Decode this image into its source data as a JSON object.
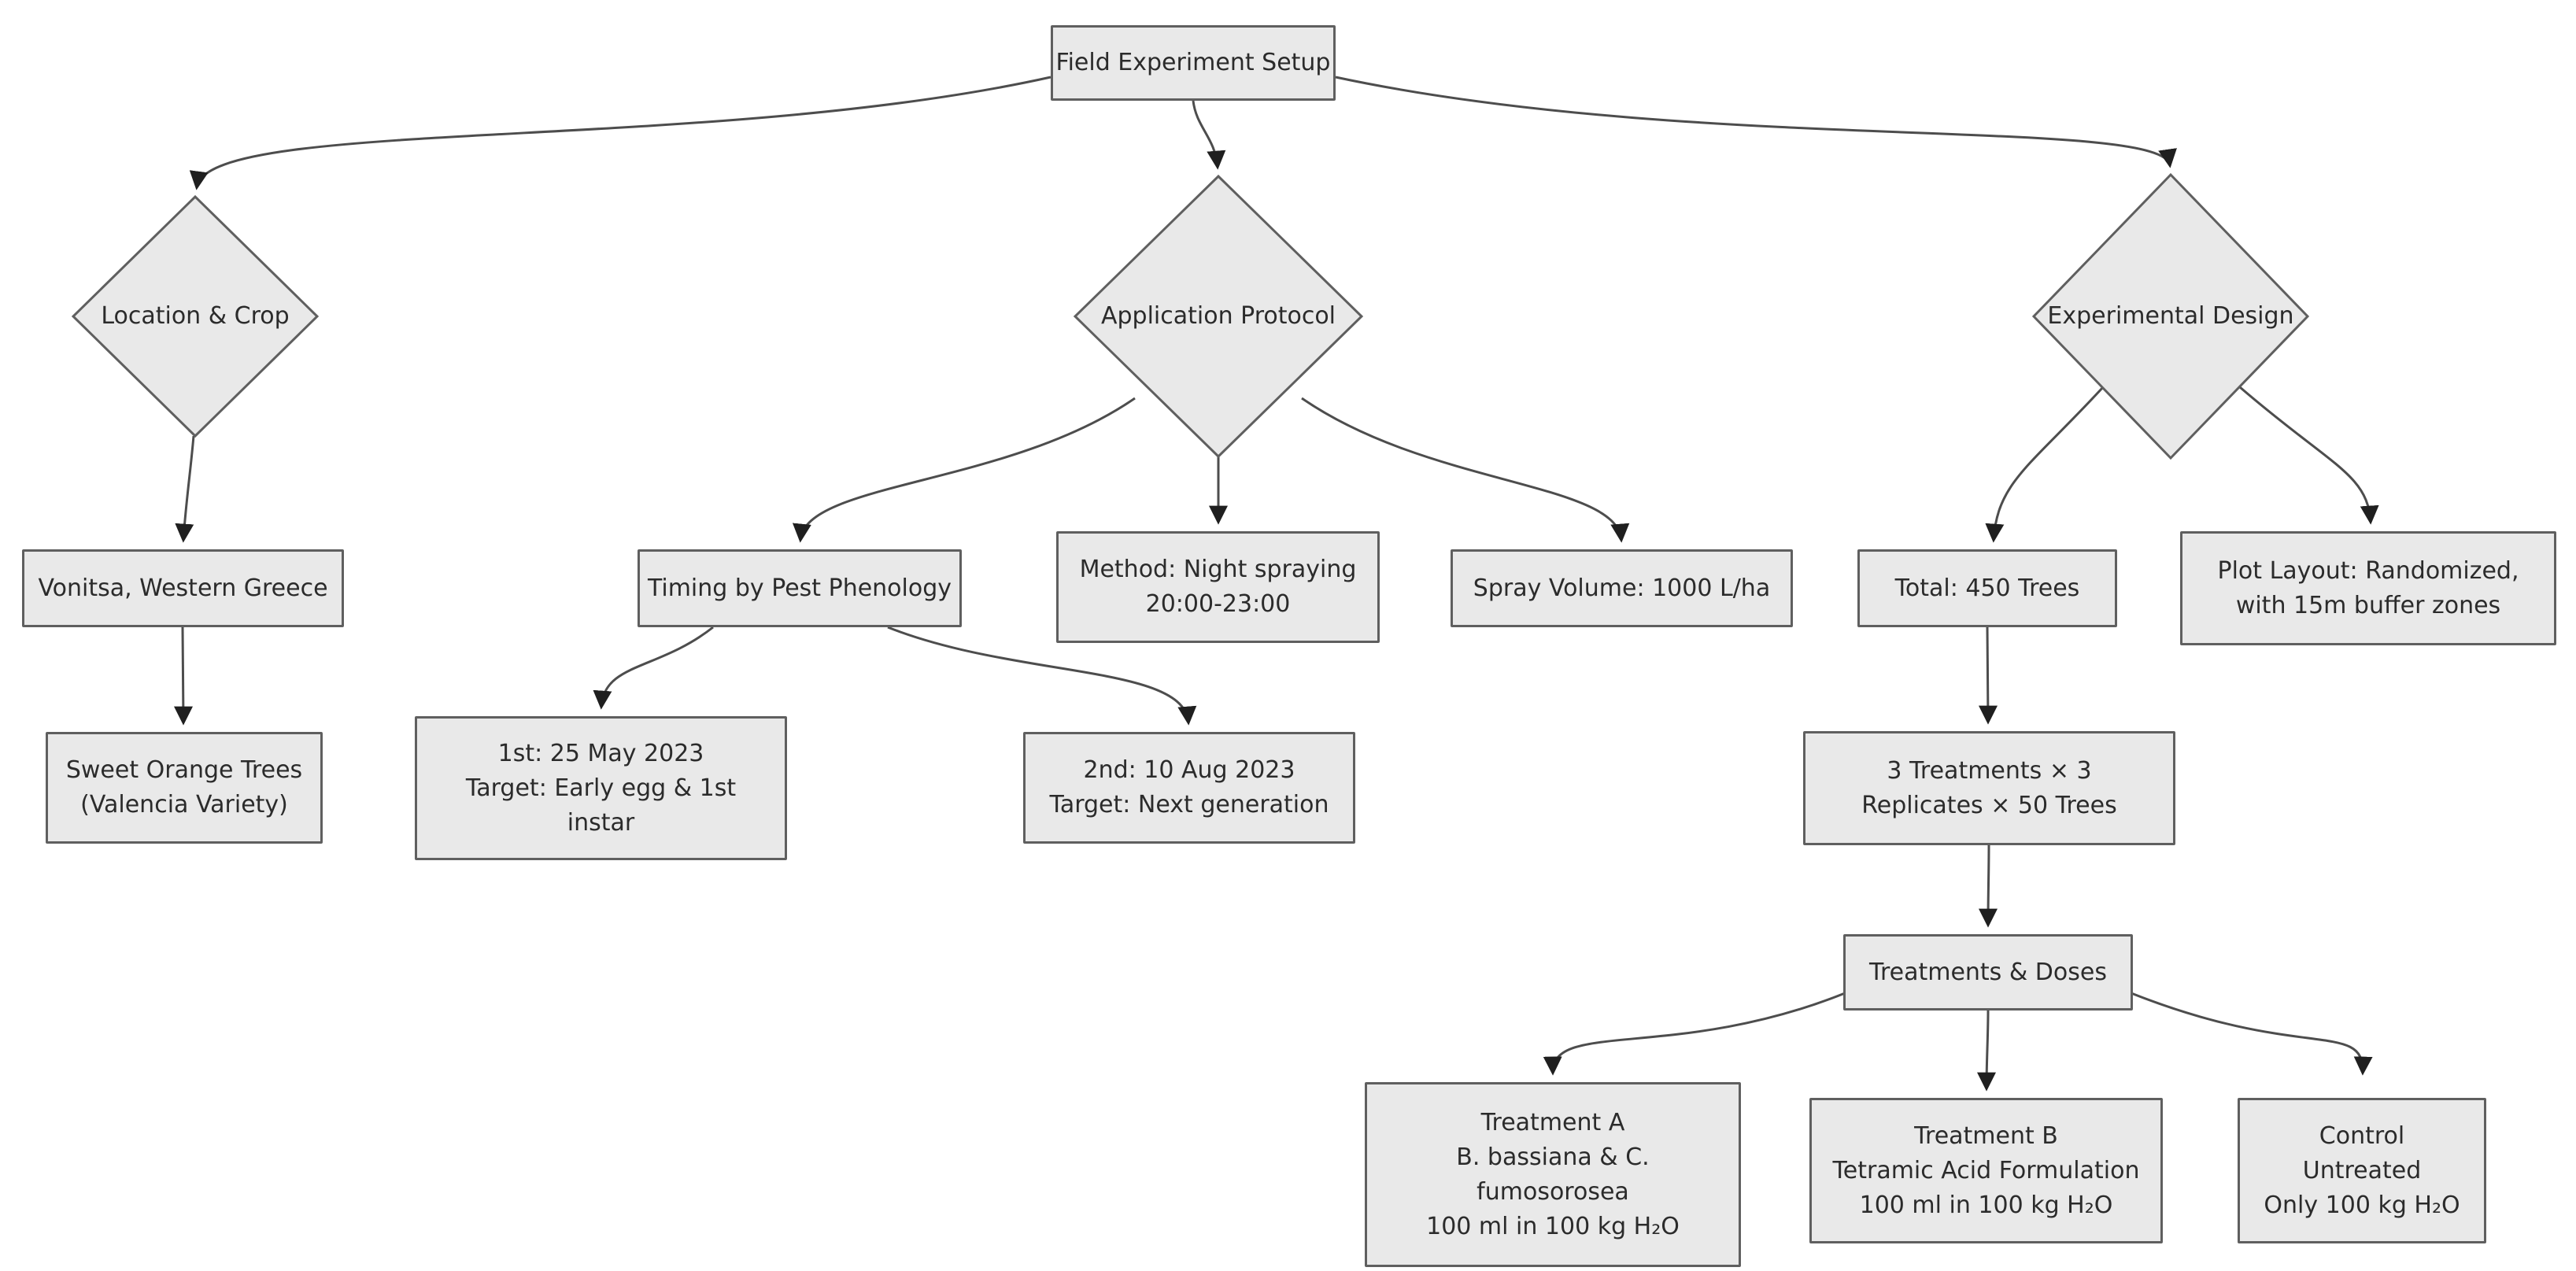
{
  "diagram": {
    "type": "flowchart",
    "direction": "top-down",
    "colors": {
      "node_fill": "#e9e9e9",
      "node_border": "#5f5f5f",
      "edge_stroke": "#4d4d4d",
      "arrowhead": "#1f1f1f",
      "text": "#2b2b2b",
      "background": "#ffffff"
    },
    "nodes": {
      "root": {
        "shape": "rect",
        "label": "Field Experiment Setup"
      },
      "location_crop": {
        "shape": "diamond",
        "label": "Location & Crop"
      },
      "application_protocol": {
        "shape": "diamond",
        "label": "Application Protocol"
      },
      "experimental_design": {
        "shape": "diamond",
        "label": "Experimental Design"
      },
      "vonitsa": {
        "shape": "rect",
        "label": "Vonitsa, Western Greece"
      },
      "sweet_orange": {
        "shape": "rect",
        "label": "Sweet Orange Trees\n(Valencia Variety)"
      },
      "timing": {
        "shape": "rect",
        "label": "Timing by Pest Phenology"
      },
      "method": {
        "shape": "rect",
        "label": "Method: Night spraying\n20:00-23:00"
      },
      "spray_volume": {
        "shape": "rect",
        "label": "Spray Volume: 1000 L/ha"
      },
      "first_spray": {
        "shape": "rect",
        "label": "1st: 25 May 2023\nTarget: Early egg & 1st\ninstar"
      },
      "second_spray": {
        "shape": "rect",
        "label": "2nd: 10 Aug 2023\nTarget: Next generation"
      },
      "total_trees": {
        "shape": "rect",
        "label": "Total: 450 Trees"
      },
      "plot_layout": {
        "shape": "rect",
        "label": "Plot Layout: Randomized,\nwith 15m buffer zones"
      },
      "treatments_replicates": {
        "shape": "rect",
        "label": "3 Treatments × 3\nReplicates × 50 Trees"
      },
      "treatments_doses": {
        "shape": "rect",
        "label": "Treatments & Doses"
      },
      "treatment_a": {
        "shape": "rect",
        "label": "Treatment A\nB. bassiana & C.\nfumosorosea\n100 ml in 100 kg H₂O"
      },
      "treatment_b": {
        "shape": "rect",
        "label": "Treatment B\nTetramic Acid Formulation\n100 ml in 100 kg H₂O"
      },
      "control": {
        "shape": "rect",
        "label": "Control\nUntreated\nOnly 100 kg H₂O"
      }
    },
    "edges": [
      {
        "from": "root",
        "to": "location_crop"
      },
      {
        "from": "root",
        "to": "application_protocol"
      },
      {
        "from": "root",
        "to": "experimental_design"
      },
      {
        "from": "location_crop",
        "to": "vonitsa"
      },
      {
        "from": "vonitsa",
        "to": "sweet_orange"
      },
      {
        "from": "application_protocol",
        "to": "timing"
      },
      {
        "from": "application_protocol",
        "to": "method"
      },
      {
        "from": "application_protocol",
        "to": "spray_volume"
      },
      {
        "from": "timing",
        "to": "first_spray"
      },
      {
        "from": "timing",
        "to": "second_spray"
      },
      {
        "from": "experimental_design",
        "to": "total_trees"
      },
      {
        "from": "experimental_design",
        "to": "plot_layout"
      },
      {
        "from": "total_trees",
        "to": "treatments_replicates"
      },
      {
        "from": "treatments_replicates",
        "to": "treatments_doses"
      },
      {
        "from": "treatments_doses",
        "to": "treatment_a"
      },
      {
        "from": "treatments_doses",
        "to": "treatment_b"
      },
      {
        "from": "treatments_doses",
        "to": "control"
      }
    ]
  }
}
